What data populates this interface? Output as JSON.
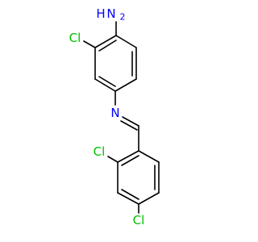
{
  "molecule": {
    "atoms": {
      "amine_h2": "H",
      "amine_n": "N",
      "amine_sub": "2",
      "cl_top": "Cl",
      "imine_n": "N",
      "cl_mid": "Cl",
      "cl_bottom": "Cl"
    },
    "colors": {
      "bond": "#000000",
      "nitrogen": "#0000ff",
      "chlorine": "#00c000"
    }
  }
}
